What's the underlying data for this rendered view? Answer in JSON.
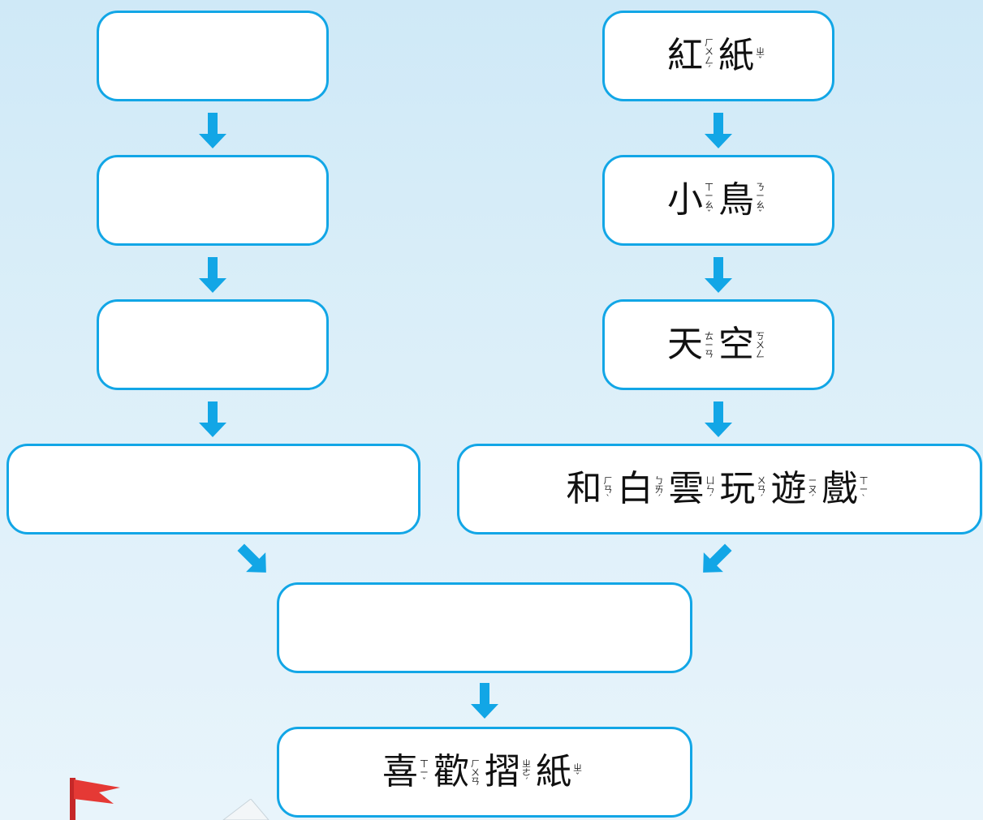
{
  "left_column": {
    "boxes": [
      "",
      "",
      "",
      ""
    ]
  },
  "right_column": {
    "boxes": [
      {
        "chars": [
          {
            "han": "紅",
            "zhuyin": "ㄏㄨㄥˊ"
          },
          {
            "han": "紙",
            "zhuyin": "ㄓˇ"
          }
        ]
      },
      {
        "chars": [
          {
            "han": "小",
            "zhuyin": "ㄒㄧㄠˇ"
          },
          {
            "han": "鳥",
            "zhuyin": "ㄋㄧㄠˇ"
          }
        ]
      },
      {
        "chars": [
          {
            "han": "天",
            "zhuyin": "ㄊㄧㄢ"
          },
          {
            "han": "空",
            "zhuyin": "ㄎㄨㄥ"
          }
        ]
      },
      {
        "chars": [
          {
            "han": "和",
            "zhuyin": "ㄏㄢˋ"
          },
          {
            "han": "白",
            "zhuyin": "ㄅㄞˊ"
          },
          {
            "han": "雲",
            "zhuyin": "ㄩㄣˊ"
          },
          {
            "han": "玩",
            "zhuyin": "ㄨㄢˊ"
          },
          {
            "han": "遊",
            "zhuyin": "ㄧㄡˊ"
          },
          {
            "han": "戲",
            "zhuyin": "ㄒㄧˋ"
          }
        ]
      }
    ]
  },
  "merge_box": "",
  "final_box": {
    "chars": [
      {
        "han": "喜",
        "zhuyin": "ㄒㄧˇ"
      },
      {
        "han": "歡",
        "zhuyin": "ㄏㄨㄢ"
      },
      {
        "han": "摺",
        "zhuyin": "ㄓㄜˊ"
      },
      {
        "han": "紙",
        "zhuyin": "ㄓˇ"
      }
    ]
  },
  "colors": {
    "border": "#12a6e6",
    "arrow": "#12a6e6",
    "background": "#d6ecf8"
  },
  "decorations": [
    "red-flag-icon",
    "paper-boat-icon"
  ]
}
